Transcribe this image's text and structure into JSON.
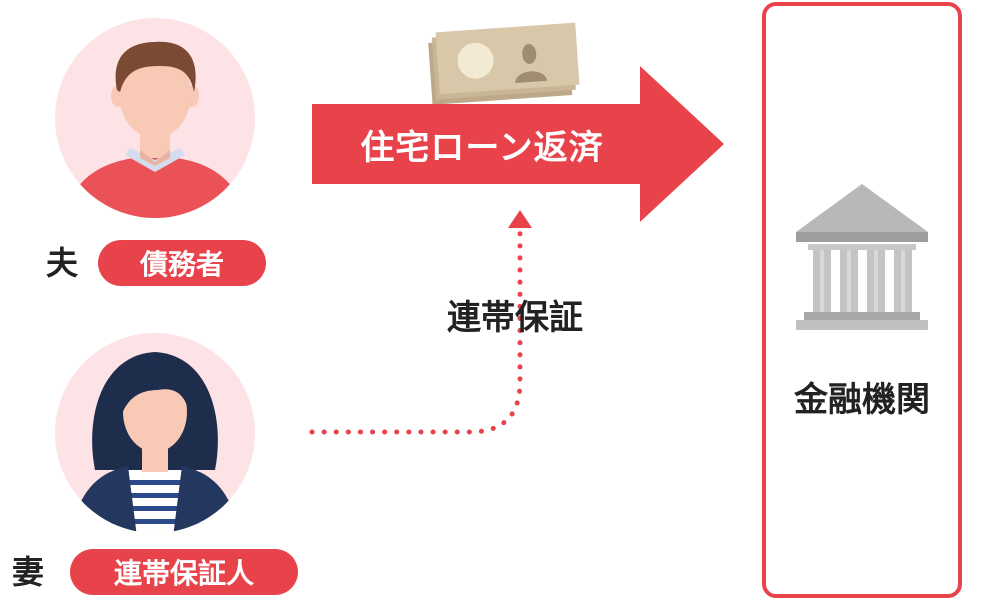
{
  "husband": {
    "label": "夫",
    "role": "債務者"
  },
  "wife": {
    "label": "妻",
    "role": "連帯保証人"
  },
  "repayment_arrow": {
    "label": "住宅ローン返済"
  },
  "guarantee": {
    "label": "連帯保証"
  },
  "bank": {
    "label": "金融機関"
  },
  "colors": {
    "accent_red": "#e8434b",
    "avatar_bg": "#fde3e6",
    "money_tan": "#cdb99a",
    "bank_gray": "#b5b5b5",
    "text_dark": "#222222"
  },
  "icons": {
    "husband": "man-avatar-icon",
    "wife": "woman-avatar-icon",
    "money": "banknotes-icon",
    "bank": "bank-building-icon"
  }
}
